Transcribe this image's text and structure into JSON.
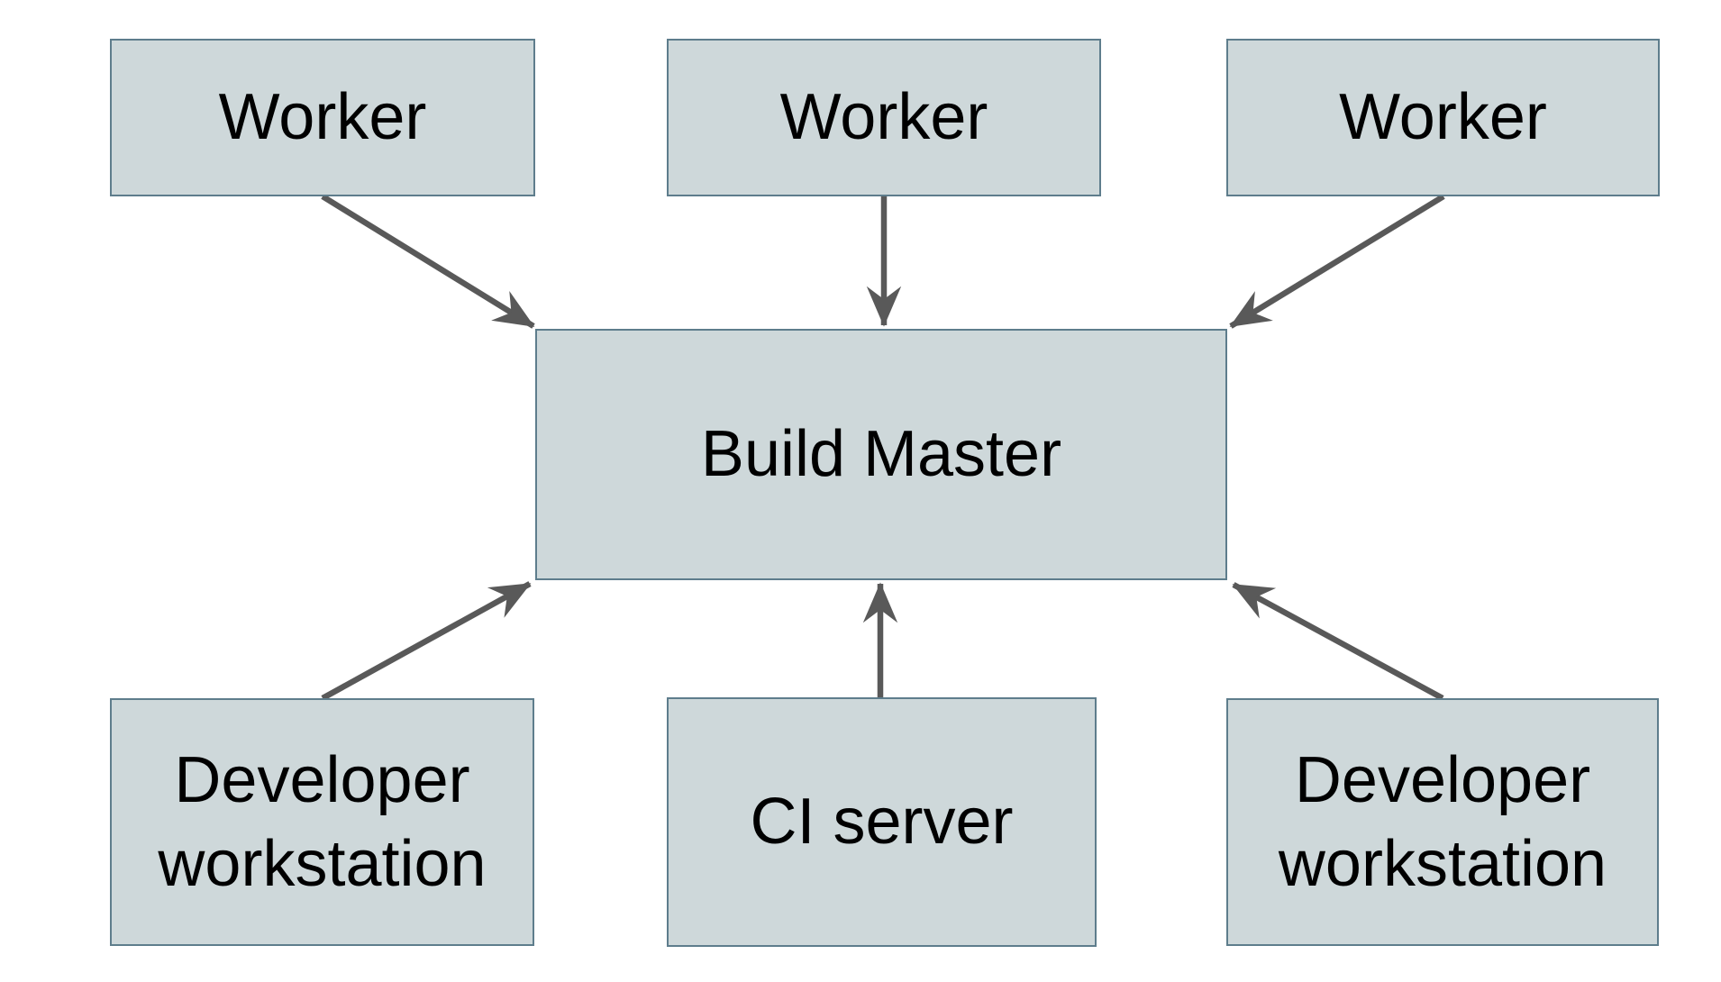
{
  "diagram": {
    "background_color": "#ffffff",
    "colors": {
      "node_fill": "#ced8da",
      "node_border": "#5e7d8c",
      "arrow": "#595959",
      "text": "#000000"
    },
    "nodes": [
      {
        "id": "worker-1",
        "label": "Worker"
      },
      {
        "id": "worker-2",
        "label": "Worker"
      },
      {
        "id": "worker-3",
        "label": "Worker"
      },
      {
        "id": "build-master",
        "label": "Build Master"
      },
      {
        "id": "developer-workstation-1",
        "label": "Developer workstation"
      },
      {
        "id": "ci-server",
        "label": "CI server"
      },
      {
        "id": "developer-workstation-2",
        "label": "Developer workstation"
      }
    ],
    "edges": [
      {
        "from": "worker-1",
        "to": "build-master"
      },
      {
        "from": "worker-2",
        "to": "build-master"
      },
      {
        "from": "worker-3",
        "to": "build-master"
      },
      {
        "from": "developer-workstation-1",
        "to": "build-master"
      },
      {
        "from": "ci-server",
        "to": "build-master"
      },
      {
        "from": "developer-workstation-2",
        "to": "build-master"
      }
    ]
  }
}
